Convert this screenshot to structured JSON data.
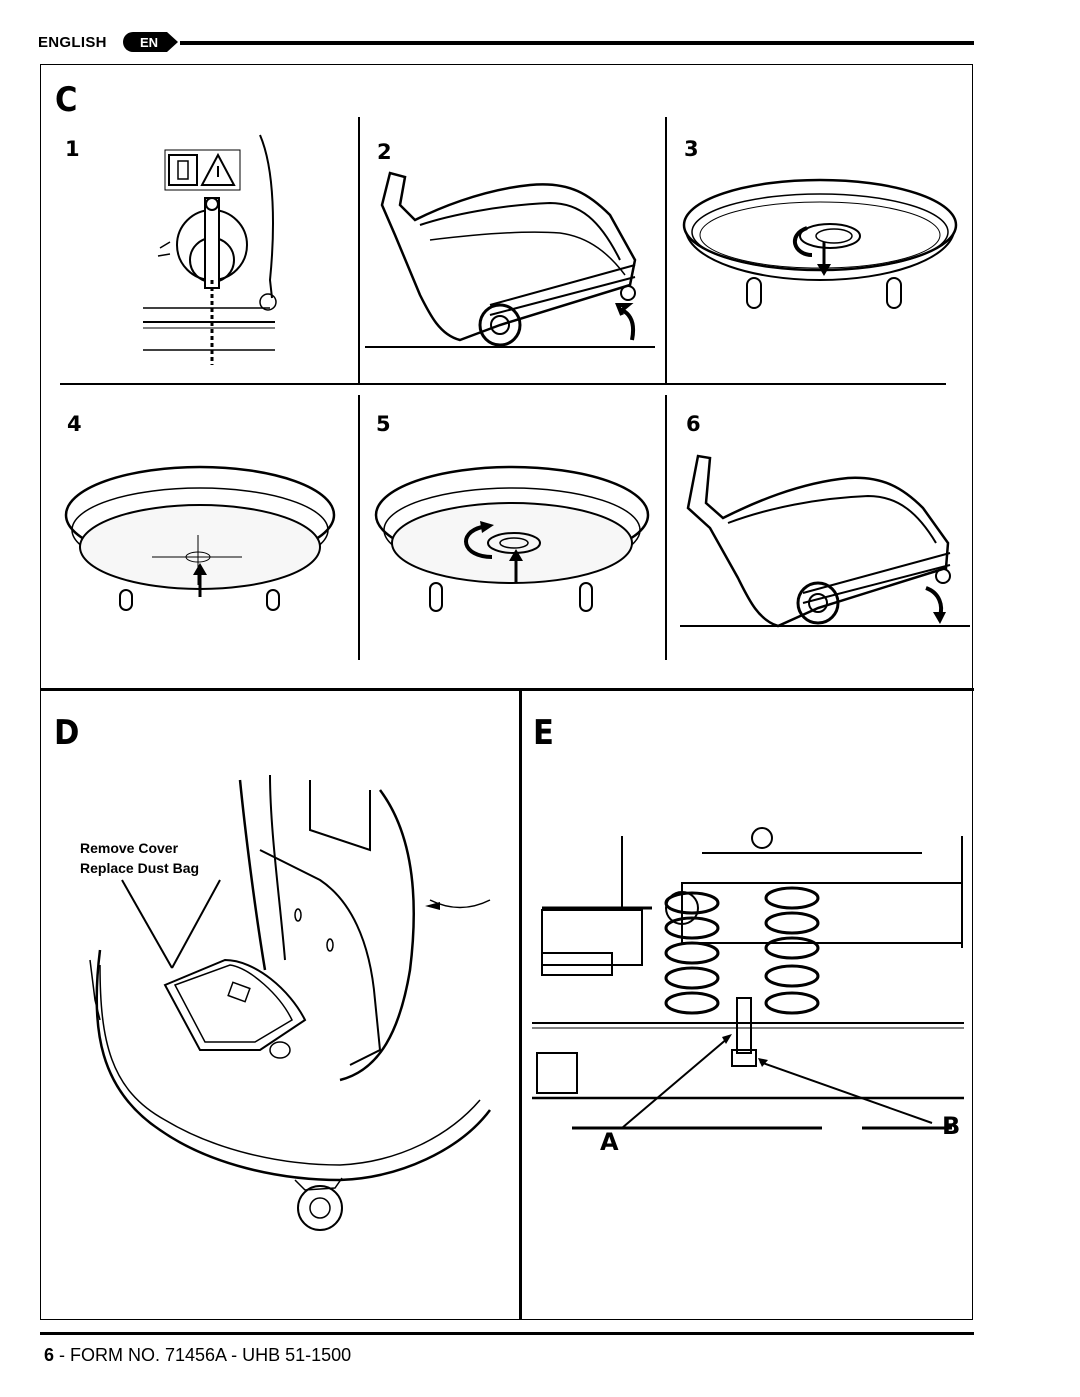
{
  "header": {
    "language": "ENGLISH",
    "badge": "EN"
  },
  "sections": {
    "c": {
      "label": "C",
      "steps": [
        "1",
        "2",
        "3",
        "4",
        "5",
        "6"
      ]
    },
    "d": {
      "label": "D",
      "callout": [
        "Remove Cover",
        "Replace Dust Bag"
      ]
    },
    "e": {
      "label": "E",
      "markers": [
        "A",
        "B"
      ]
    }
  },
  "footer": {
    "page": "6",
    "sep": " - ",
    "form": "FORM NO. 71456A - UHB 51-1500"
  }
}
